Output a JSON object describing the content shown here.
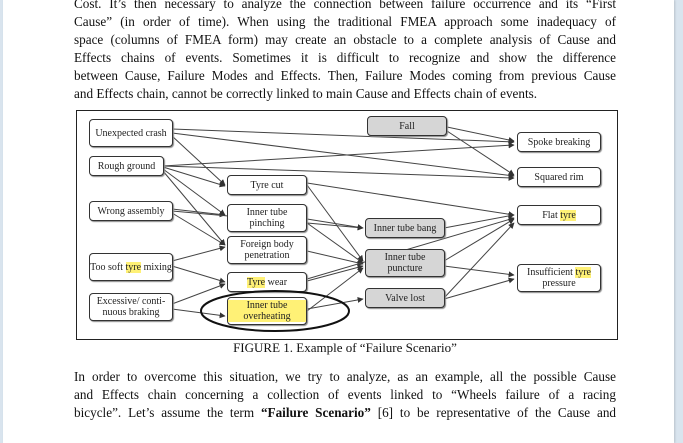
{
  "paragraph_top": [
    "Cost. It’s then necessary to analyze the connection between failure occurrence and its “First",
    "Cause” (in order of time). When using the traditional FMEA approach some inadequacy of",
    "space (columns of FMEA form) may create an obstacle to a complete analysis of Cause and",
    "Effects chains of events. Sometimes it is difficult to recognize and show the difference",
    "between Cause, Failure Modes and Effects. Then, Failure Modes coming from previous Cause",
    "and Effects chain, cannot be correctly linked to main Cause and Effects chain of events."
  ],
  "figure": {
    "caption": "FIGURE 1. Example of “Failure Scenario”",
    "nodes": {
      "unexpected_crash": "Unexpected crash",
      "rough_ground": "Rough ground",
      "wrong_assembly": "Wrong assembly",
      "too_soft_pre": "Too soft ",
      "too_soft_hl": "tyre",
      "too_soft_post": " mixing",
      "excessive_braking": "Excessive/ conti- nuous braking",
      "tyre_cut": "Tyre cut",
      "inner_tube_pinching": "Inner tube pinching",
      "foreign_body": "Foreign body penetration",
      "tyre_wear_hl": "Tyre",
      "tyre_wear_post": " wear",
      "inner_tube_overheating": "Inner tube overheating",
      "fall": "Fall",
      "inner_tube_bang": "Inner tube bang",
      "inner_tube_puncture": "Inner tube puncture",
      "valve_lost": "Valve lost",
      "spoke_breaking": "Spoke breaking",
      "squared_rim": "Squared rim",
      "flat_pre": "Flat ",
      "flat_hl": "tyre",
      "insufficient_pre": "Insufficient ",
      "insufficient_hl": "tyre",
      "insufficient_post": " pressure"
    }
  },
  "paragraph_bottom": {
    "line1": "In order to overcome this situation, we try to analyze, as an example, all the possible Cause",
    "line2": "and Effects chain concerning a collection of events linked to “Wheels failure of a racing",
    "line3_pre": "bicycle”. Let’s assume the term ",
    "line3_bold": "“Failure Scenario”",
    "line3_post": " [6] to be representative of the Cause and"
  },
  "colors": {
    "highlight": "#fff176",
    "node_gray": "#d6d6d6",
    "background": "#d9e4ee"
  }
}
